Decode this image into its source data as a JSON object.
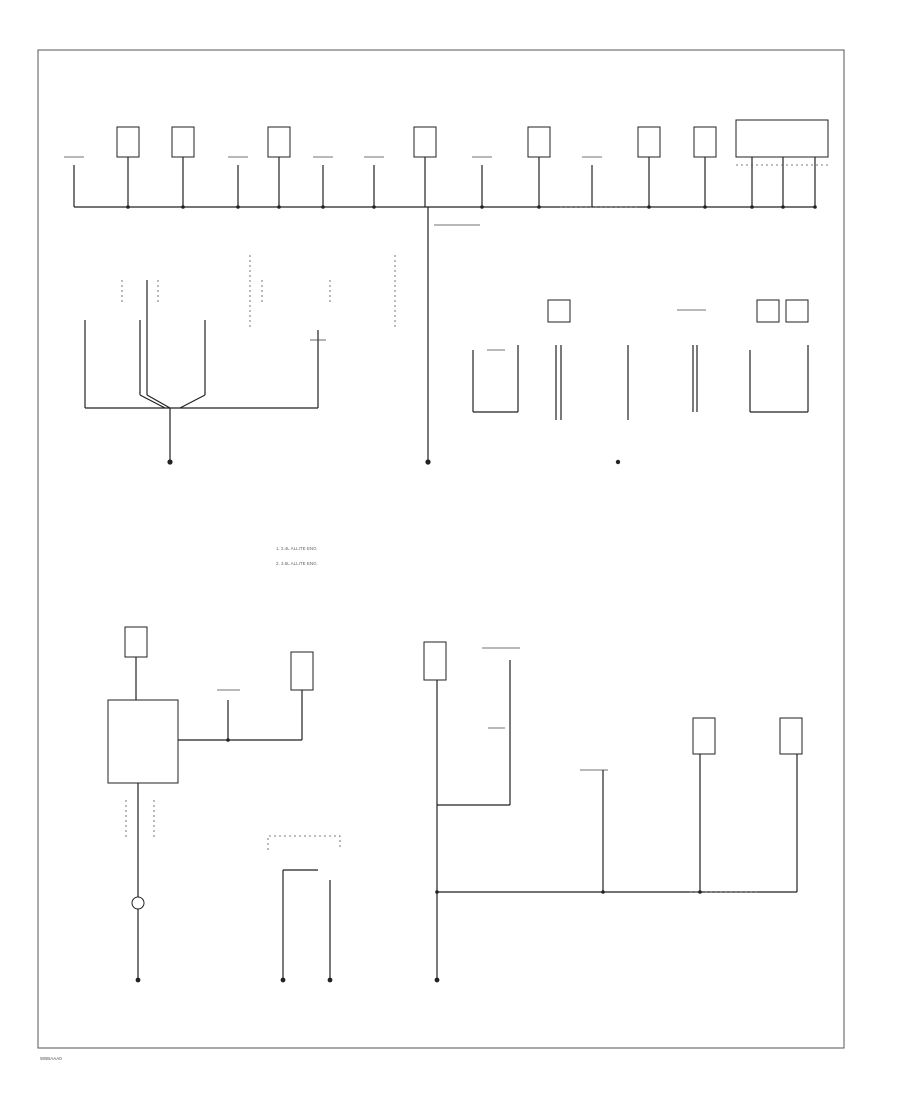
{
  "diagram": {
    "labels": {
      "legend_1": "1. 2.4L ALLITE ENG",
      "legend_2": "2. 3.5L ALLITE ENG",
      "footer": "WBBAAA0"
    }
  }
}
